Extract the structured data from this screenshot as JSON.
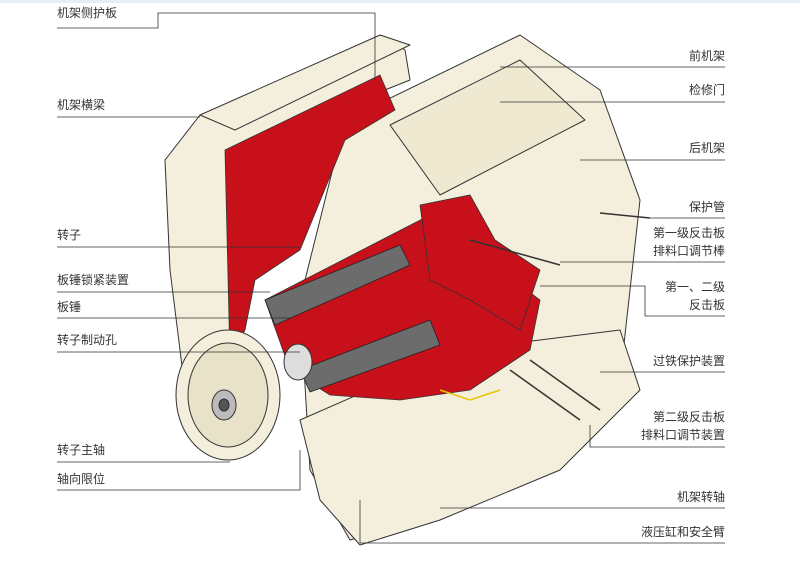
{
  "title": "Impact crusher structure diagram",
  "left_labels": [
    {
      "text": "机架侧护板"
    },
    {
      "text": "机架横梁"
    },
    {
      "text": "转子"
    },
    {
      "text": "板锤锁紧装置"
    },
    {
      "text": "板锤"
    },
    {
      "text": "转子制动孔"
    },
    {
      "text": "转子主轴"
    },
    {
      "text": "轴向限位"
    }
  ],
  "right_labels": [
    {
      "line1": "前机架"
    },
    {
      "line1": "检修门"
    },
    {
      "line1": "后机架"
    },
    {
      "line1": "保护管"
    },
    {
      "line1": "第一级反击板",
      "line2": "排料口调节棒"
    },
    {
      "line1": "第一、二级",
      "line2": "反击板"
    },
    {
      "line1": "过铁保护装置"
    },
    {
      "line1": "第二级反击板",
      "line2": "排料口调节装置"
    },
    {
      "line1": "机架转轴"
    },
    {
      "line1": "液压缸和安全臂"
    }
  ],
  "colors": {
    "body": "#f3efdc",
    "red": "#c8101a",
    "hammer": "#6c6c6c",
    "line": "#333333"
  }
}
